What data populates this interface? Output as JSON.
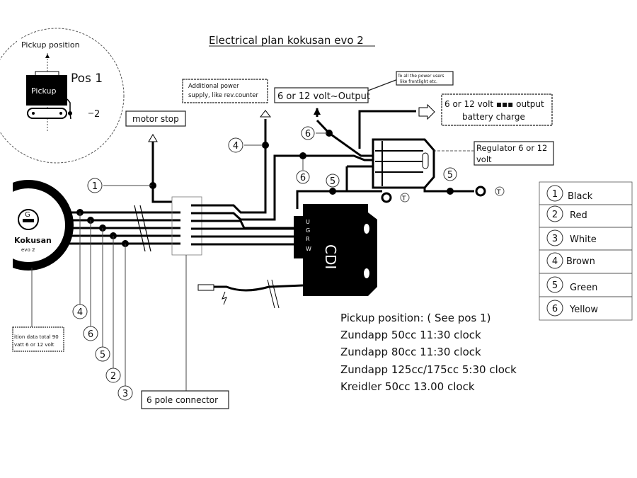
{
  "title": "Electrical plan kokusan evo 2",
  "pickup_inset": {
    "caption": "Pickup position",
    "pos_label": "Pos 1",
    "pickup_label": "Pickup",
    "wire_number": "2"
  },
  "labels": {
    "motor_stop": "motor stop",
    "additional_power": [
      "Additional power",
      "supply, like rev.counter"
    ],
    "output": "6 or 12 volt~Output",
    "power_users": [
      "To all the power users",
      "like frontlight etc."
    ],
    "battery_charge": [
      "6 or 12 volt ▪▪▪ output",
      "battery charge"
    ],
    "regulator": [
      "Regulator 6 or 12",
      "volt"
    ],
    "six_pole_connector": "6 pole connector",
    "generator_data": [
      "ition data total 90",
      "vatt 6 or 12 volt"
    ]
  },
  "generator": {
    "symbol": "G",
    "name": "Kokusan",
    "model": "evo 2"
  },
  "cdi": {
    "name": "CDI",
    "pins": [
      "U",
      "G",
      "R",
      "W"
    ]
  },
  "ground_symbol": "T",
  "wire_numbers": {
    "motor_stop": "1",
    "additional": "4",
    "output": "6",
    "regulator_in": "6",
    "cdi_green": "5",
    "ground": "5",
    "bottom": [
      "4",
      "6",
      "5",
      "2",
      "3"
    ]
  },
  "legend": [
    {
      "num": "1",
      "color": "Black"
    },
    {
      "num": "2",
      "color": "Red"
    },
    {
      "num": "3",
      "color": "White"
    },
    {
      "num": "4",
      "color": "Brown"
    },
    {
      "num": "5",
      "color": "Green"
    },
    {
      "num": "6",
      "color": "Yellow"
    }
  ],
  "pickup_positions": {
    "heading": "Pickup position: ( See pos 1)",
    "lines": [
      "Zundapp 50cc 11:30 clock",
      "Zundapp 80cc 11:30 clock",
      "Zundapp 125cc/175cc 5:30 clock",
      "Kreidler 50cc 13.00 clock"
    ]
  }
}
